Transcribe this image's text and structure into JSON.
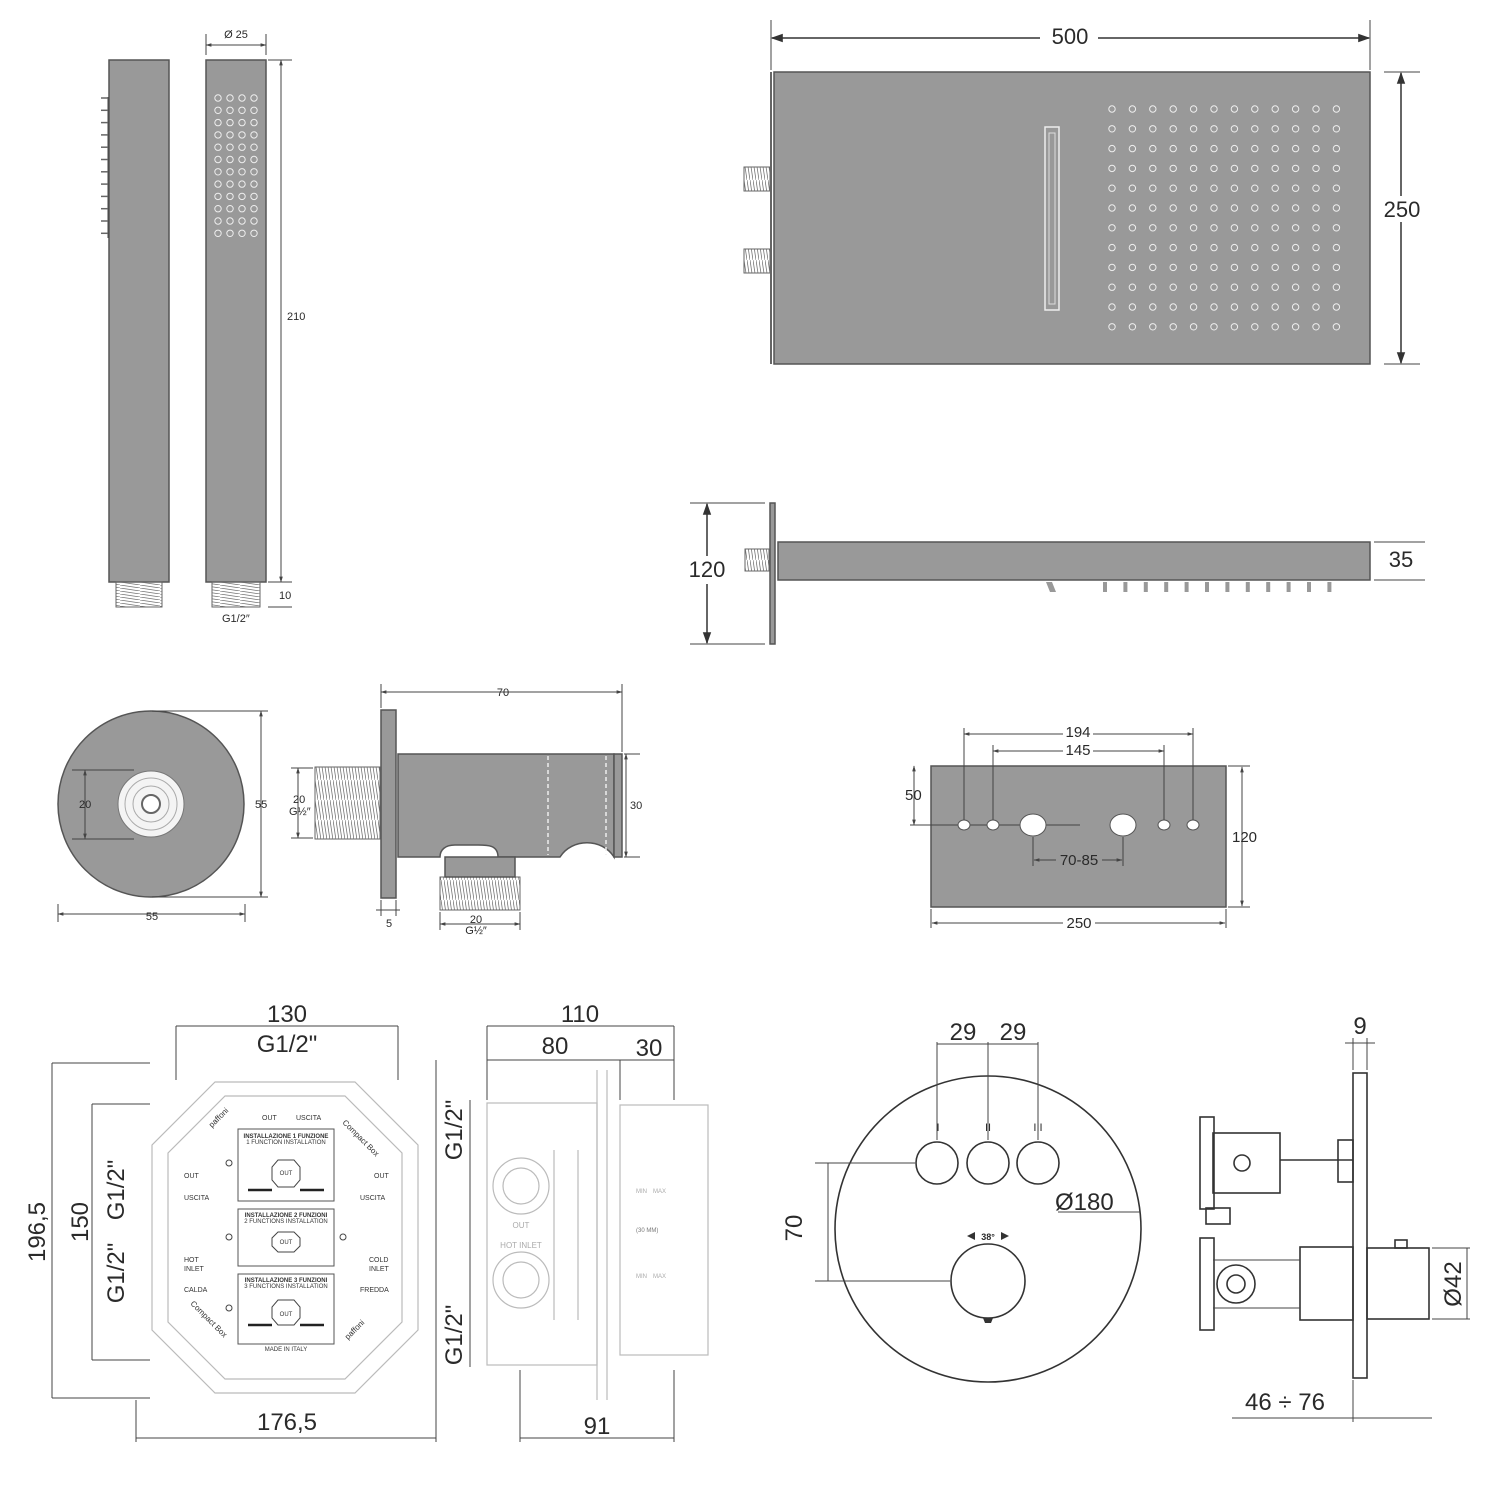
{
  "hand_shower": {
    "diameter": "Ø 25",
    "length": "210",
    "connector_length": "10",
    "thread": "G1/2″"
  },
  "shower_head": {
    "width": "500",
    "depth": "250",
    "arm_length": "120",
    "thickness": "35"
  },
  "wall_outlet": {
    "rosette_diameter": "55",
    "rosette_width": "55",
    "inner_diameter": "20",
    "total_length": "70",
    "height": "30",
    "plate_thickness": "5",
    "inlet_diameter": "20",
    "inlet_thread": "G½″",
    "bottom_diameter": "20",
    "bottom_thread": "G½″"
  },
  "wall_plate": {
    "outer_spacing": "194",
    "inner_spacing": "145",
    "hole_height": "50",
    "height": "120",
    "center_spacing": "70-85",
    "width": "250"
  },
  "compact_box": {
    "top_width": "130",
    "top_thread": "G1/2\"",
    "total_height": "196,5",
    "inner_height": "150",
    "left_thread_top": "G1/2\"",
    "left_thread_bottom": "G1/2\"",
    "bottom_width": "176,5",
    "depth": "110",
    "depth_front": "80",
    "depth_rear": "30",
    "side_thread_top": "G1/2\"",
    "side_thread_bottom": "G1/2\"",
    "side_bottom": "91",
    "labels": {
      "out": "OUT",
      "out_it": "USCITA",
      "hot": "HOT",
      "inlet": "INLET",
      "hot_it": "CALDA",
      "cold": "COLD",
      "cold_it": "FREDDA",
      "brand": "paffoni",
      "model": "Compact Box",
      "panel_1": "INSTALLAZIONE 1 FUNZIONE",
      "panel_1_en": "1 FUNCTION INSTALLATION",
      "panel_2": "INSTALLAZIONE 2 FUNZIONI",
      "panel_2_en": "2 FUNCTIONS INSTALLATION",
      "panel_3": "INSTALLAZIONE 3 FUNZIONI",
      "panel_3_en": "3 FUNCTIONS INSTALLATION",
      "made_in": "MADE IN ITALY",
      "side_out": "OUT",
      "side_hot": "HOT INLET",
      "min": "MIN",
      "max": "MAX",
      "depth_mm": "(30 MM)"
    }
  },
  "mixer_plate": {
    "button_spacing_1": "29",
    "button_spacing_2": "29",
    "diameter": "Ø180",
    "vertical_offset": "70",
    "rotation": "38°",
    "button_1": "I",
    "button_2": "II",
    "button_3": "III"
  },
  "mixer_side": {
    "plate_thickness": "9",
    "knob_diameter": "Ø42",
    "depth_range": "46 ÷ 76"
  }
}
